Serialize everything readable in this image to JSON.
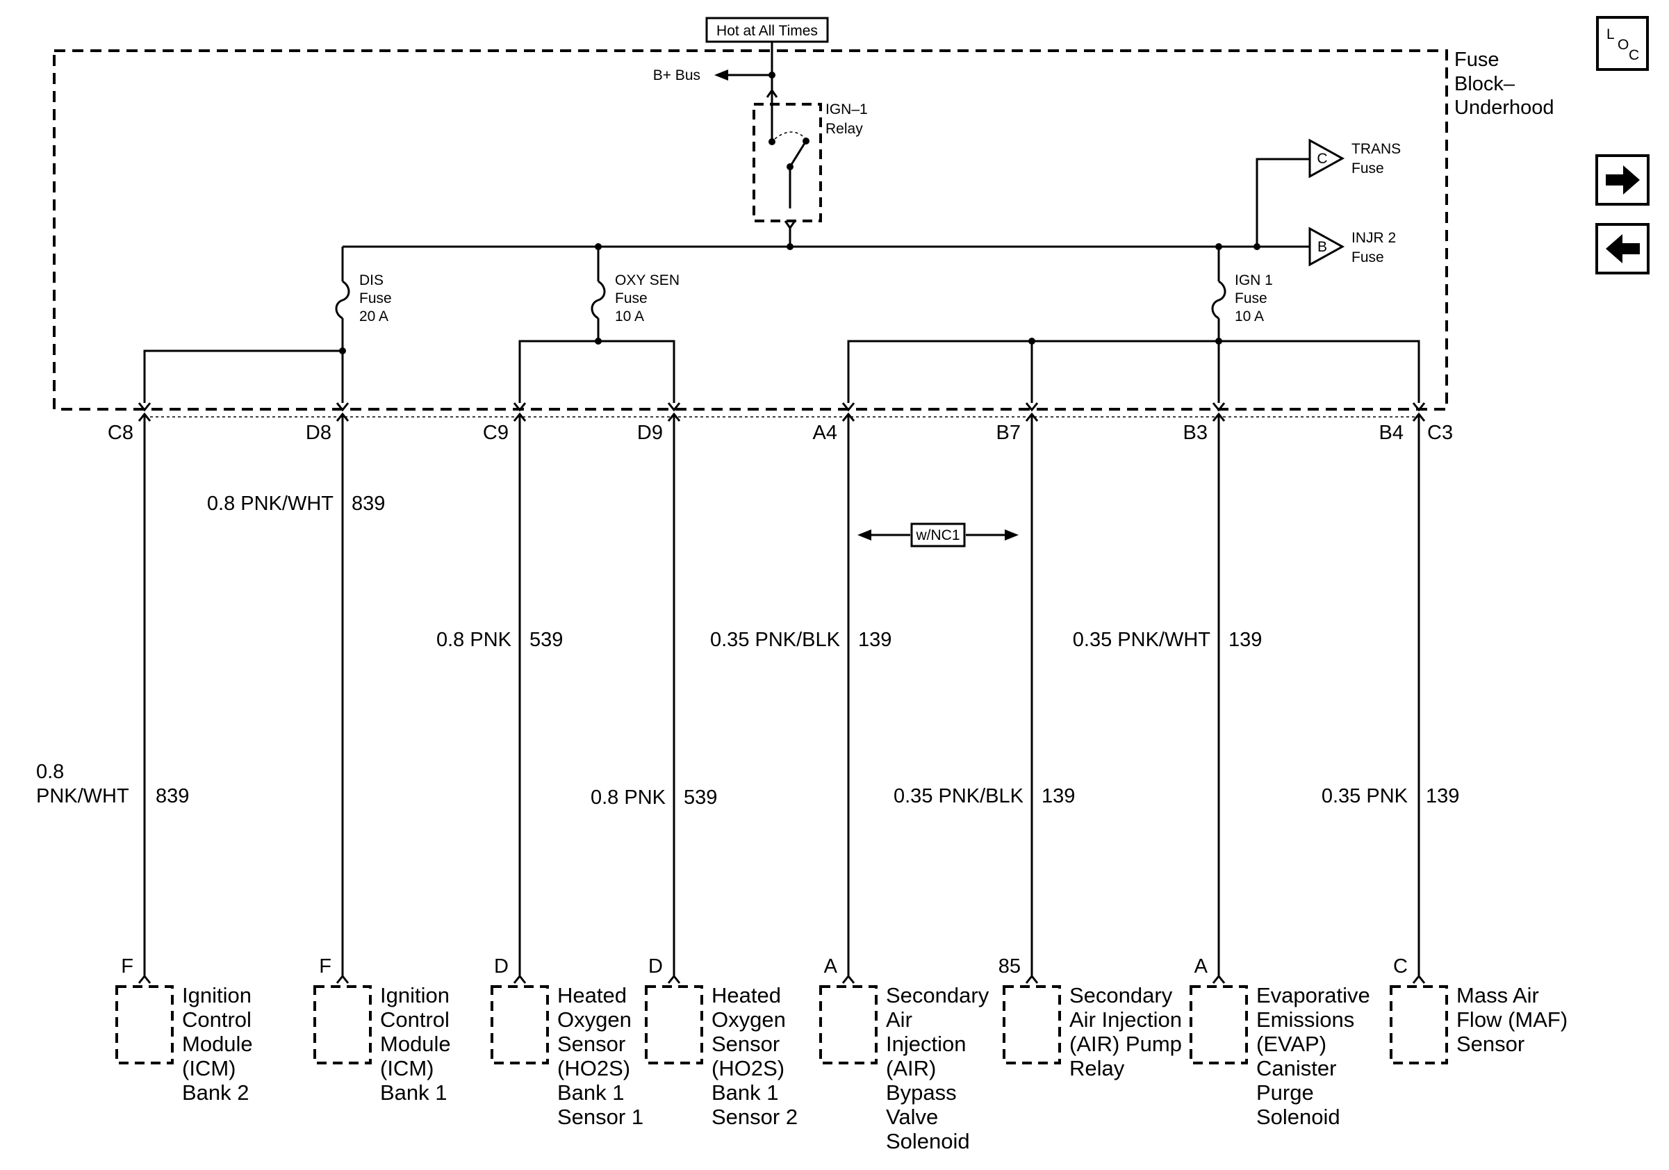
{
  "hot_label": "Hot at All Times",
  "bplus_label": "B+ Bus",
  "fuse_block": [
    "Fuse",
    "Block–",
    "Underhood"
  ],
  "relay": [
    "IGN–1",
    "Relay"
  ],
  "trans": {
    "letter": "C",
    "lines": [
      "TRANS",
      "Fuse"
    ]
  },
  "injr": {
    "letter": "B",
    "lines": [
      "INJR 2",
      "Fuse"
    ]
  },
  "dis_fuse": [
    "DIS",
    "Fuse",
    "20 A"
  ],
  "oxy_fuse": [
    "OXY SEN",
    "Fuse",
    "10 A"
  ],
  "ign_fuse": [
    "IGN 1",
    "Fuse",
    "10 A"
  ],
  "connectors": [
    "C8",
    "D8",
    "C9",
    "D9",
    "A4",
    "B7",
    "B3",
    "B4",
    "C3"
  ],
  "option_label": "w/NC1",
  "wire_labels": {
    "d8_upper": {
      "color": "0.8 PNK/WHT",
      "circuit": "839"
    },
    "c9_mid": {
      "color": "0.8 PNK",
      "circuit": "539"
    },
    "a4_mid": {
      "color": "0.35 PNK/BLK",
      "circuit": "139"
    },
    "b3_mid": {
      "color": "0.35 PNK/WHT",
      "circuit": "139"
    },
    "c8_low": {
      "color_line1": "0.8",
      "color_line2": "PNK/WHT",
      "circuit": "839"
    },
    "d9_low": {
      "color": "0.8 PNK",
      "circuit": "539"
    },
    "b7_low": {
      "color": "0.35 PNK/BLK",
      "circuit": "139"
    },
    "c3_low": {
      "color": "0.35 PNK",
      "circuit": "139"
    }
  },
  "pins": [
    "F",
    "F",
    "D",
    "D",
    "A",
    "85",
    "A",
    "C"
  ],
  "components": [
    [
      "Ignition",
      "Control",
      "Module",
      "(ICM)",
      "Bank 2"
    ],
    [
      "Ignition",
      "Control",
      "Module",
      "(ICM)",
      "Bank 1"
    ],
    [
      "Heated",
      "Oxygen",
      "Sensor",
      "(HO2S)",
      "Bank 1",
      "Sensor 1"
    ],
    [
      "Heated",
      "Oxygen",
      "Sensor",
      "(HO2S)",
      "Bank 1",
      "Sensor 2"
    ],
    [
      "Secondary",
      "Air",
      "Injection",
      "(AIR)",
      "Bypass",
      "Valve",
      "Solenoid"
    ],
    [
      "Secondary",
      "Air Injection",
      "(AIR) Pump",
      "Relay"
    ],
    [
      "Evaporative",
      "Emissions",
      "(EVAP)",
      "Canister",
      "Purge",
      "Solenoid"
    ],
    [
      "Mass Air",
      "Flow (MAF)",
      "Sensor"
    ]
  ],
  "side_icons": {
    "loc": [
      "L",
      "O",
      "C"
    ],
    "next_icon": "right-arrow-icon",
    "prev_icon": "left-arrow-icon"
  }
}
